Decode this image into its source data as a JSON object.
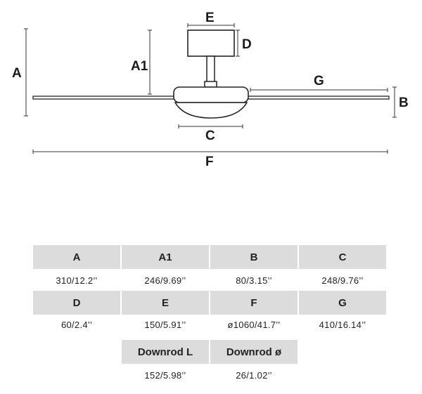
{
  "diagram": {
    "labels": {
      "A": "A",
      "A1": "A1",
      "B": "B",
      "C": "C",
      "D": "D",
      "E": "E",
      "F": "F",
      "G": "G"
    }
  },
  "table": {
    "row1": [
      {
        "header": "A",
        "value": "310/12.2’’"
      },
      {
        "header": "A1",
        "value": "246/9.69’’"
      },
      {
        "header": "B",
        "value": "80/3.15’’"
      },
      {
        "header": "C",
        "value": "248/9.76’’"
      }
    ],
    "row2": [
      {
        "header": "D",
        "value": "60/2.4’’"
      },
      {
        "header": "E",
        "value": "150/5.91’’"
      },
      {
        "header": "F",
        "value": "ø1060/41.7’’"
      },
      {
        "header": "G",
        "value": "410/16.14’’"
      }
    ],
    "row3": [
      {
        "header": "Downrod L",
        "value": "152/5.98’’"
      },
      {
        "header": "Downrod ø",
        "value": "26/1.02’’"
      }
    ]
  }
}
